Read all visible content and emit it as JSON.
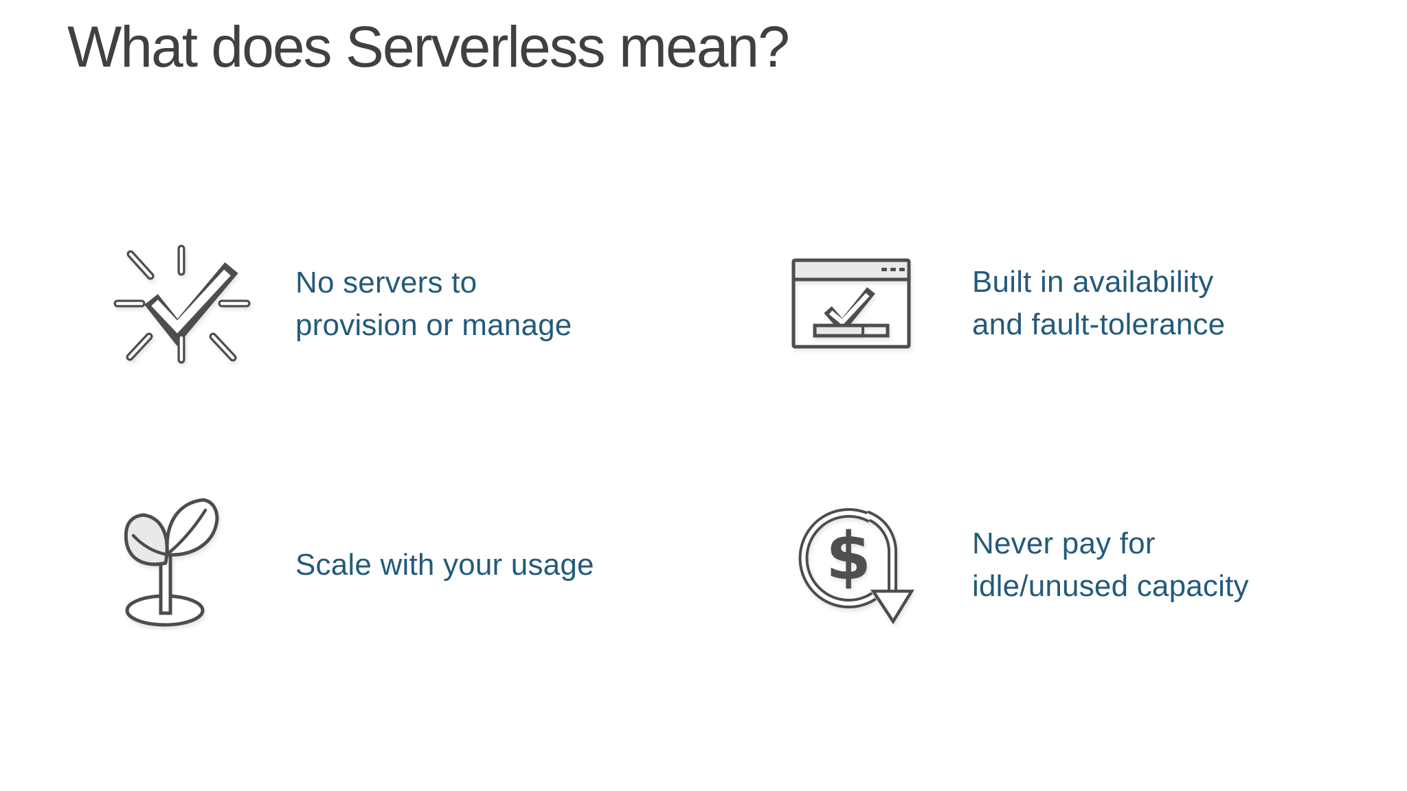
{
  "slide": {
    "title": "What does Serverless mean?"
  },
  "features": [
    {
      "icon": "check-burst-icon",
      "lines": [
        "No servers to",
        "provision or manage"
      ]
    },
    {
      "icon": "browser-check-icon",
      "lines": [
        "Built in availability",
        "and fault-tolerance"
      ]
    },
    {
      "icon": "sprout-icon",
      "lines": [
        "Scale with your usage"
      ]
    },
    {
      "icon": "dollar-refresh-icon",
      "lines": [
        "Never pay for",
        "idle/unused capacity"
      ]
    }
  ],
  "icon_glyphs": {
    "dollar": "$"
  },
  "colors": {
    "background": "#ffffff",
    "title_text": "#404040",
    "caption_text": "#235a7a",
    "icon_stroke": "#4d4d4d",
    "icon_fill_light": "#e9e9e9"
  }
}
